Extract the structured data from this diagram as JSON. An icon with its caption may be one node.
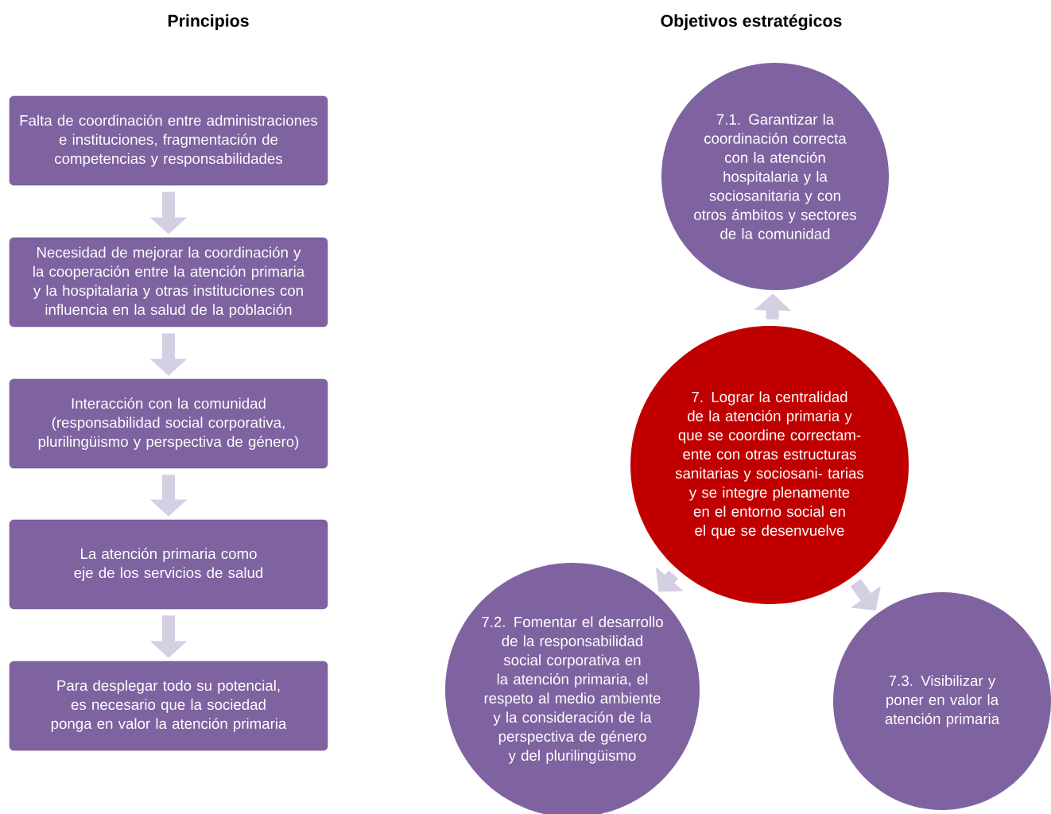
{
  "diagram": {
    "nodes": [
      {
        "text": [
          "Falta de coordinación entre administraciones e instituciones, fragmentación de competencias y responsabilidades"
        ]
      },
      {
        "text": [
          "Necesidad de mejorar la coordinación y la cooperación entre la atención primaria y la hospitalaria y otras instituciones con influencia en la salud de la población"
        ]
      },
      {
        "text": [
          "Interacción con la comunidad (responsabilidad social corporativa, plurilingüismo y perspectiva de género)"
        ]
      },
      {
        "text": [
          "La atención primaria como eje de los servicios de salud"
        ]
      },
      {
        "text": [
          "Para desplegar todo su potencial, es necesario que la sociedad ponga en valor la atención primaria"
        ]
      },
      {
        "text": [
          "7.1. Garantizar la coordinación correcta con la atención hospitalaria y la sociosanitaria y con otros ámbitos y sectores de la comunidad"
        ]
      },
      {
        "text": [
          "7. Lograr la centralidad de la atención primaria y que se coordine correctam- ente con otras estructuras sanitarias y sociosani- tarias y se integre plenamente en el entorno social en el que se desenvuelve"
        ]
      },
      {
        "text": [
          "7.2. Fomentar el desarrollo de la responsabilidad social corporativa en la atención primaria, el respeto al medio ambiente y la consideración de la perspectiva de género y del plurilingüismo"
        ]
      },
      {
        "text": [
          "7.3. Visibilizar y poner en valor la atención primaria"
        ]
      }
    ],
    "edges": [
      {
        "from": 0,
        "to": 1,
        "arrow": "to"
      },
      {
        "from": 1,
        "to": 2,
        "arrow": "to"
      },
      {
        "from": 2,
        "to": 3,
        "arrow": "to"
      },
      {
        "from": 3,
        "to": 4,
        "arrow": "to"
      },
      {
        "from": 6,
        "to": 5,
        "arrow": "to"
      },
      {
        "from": 6,
        "to": 7,
        "arrow": "to"
      },
      {
        "from": 6,
        "to": 8,
        "arrow": "to"
      }
    ],
    "labels": [
      "Principios",
      "Objetivos estratégicos"
    ]
  }
}
